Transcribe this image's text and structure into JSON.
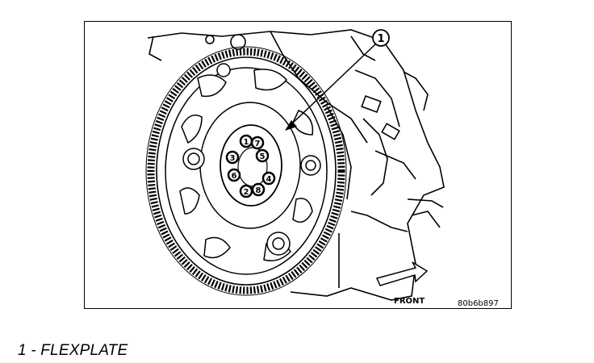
{
  "figure": {
    "callout_number": "1",
    "front_label": "FRONT",
    "figure_code": "80b6b897",
    "bolt_numbers": [
      "1",
      "2",
      "3",
      "4",
      "5",
      "6",
      "7",
      "8"
    ]
  },
  "caption": {
    "text": "1 - FLEXPLATE"
  }
}
